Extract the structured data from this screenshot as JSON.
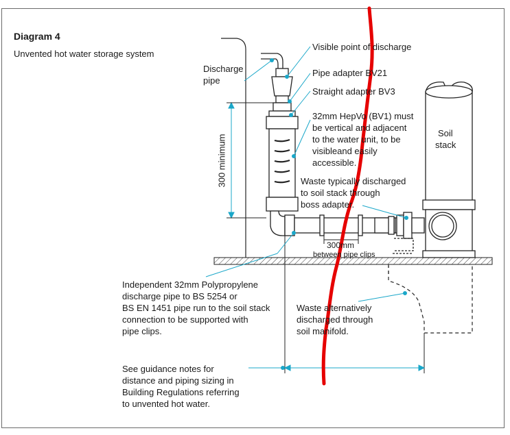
{
  "diagram": {
    "title": "Diagram 4",
    "subtitle": "Unvented hot water storage system",
    "labels": {
      "discharge_pipe": [
        "Discharge",
        "pipe"
      ],
      "visible_point": "Visible point of discharge",
      "pipe_adapter": "Pipe adapter BV21",
      "straight_adapter": "Straight adapter BV3",
      "hepvo": [
        "32mm HepVo (BV1) must",
        "be vertical and adjacent",
        "to the water unit, to be",
        "visibleand easily",
        "accessible."
      ],
      "soil_stack": [
        "Soil",
        "stack"
      ],
      "waste_typically": [
        "Waste typically discharged",
        "to soil stack through",
        "boss adapter."
      ],
      "clip_spacing": [
        "300mm",
        "between pipe clips"
      ],
      "min_height": "300 minimum",
      "independent_pipe": [
        "Independent 32mm Polypropylene",
        "discharge pipe to BS 5254 or",
        "BS EN 1451 pipe run to the soil stack",
        "connection to be supported with",
        "pipe clips."
      ],
      "waste_alternatively": [
        "Waste alternatively",
        "discharged through",
        "soil manifold."
      ],
      "guidance": [
        "See guidance notes for",
        "distance and piping sizing in",
        "Building Regulations referring",
        "to unvented hot water."
      ]
    },
    "colors": {
      "leader": "#1aa7c9",
      "line": "#222222",
      "annotation": "#e60000"
    }
  }
}
